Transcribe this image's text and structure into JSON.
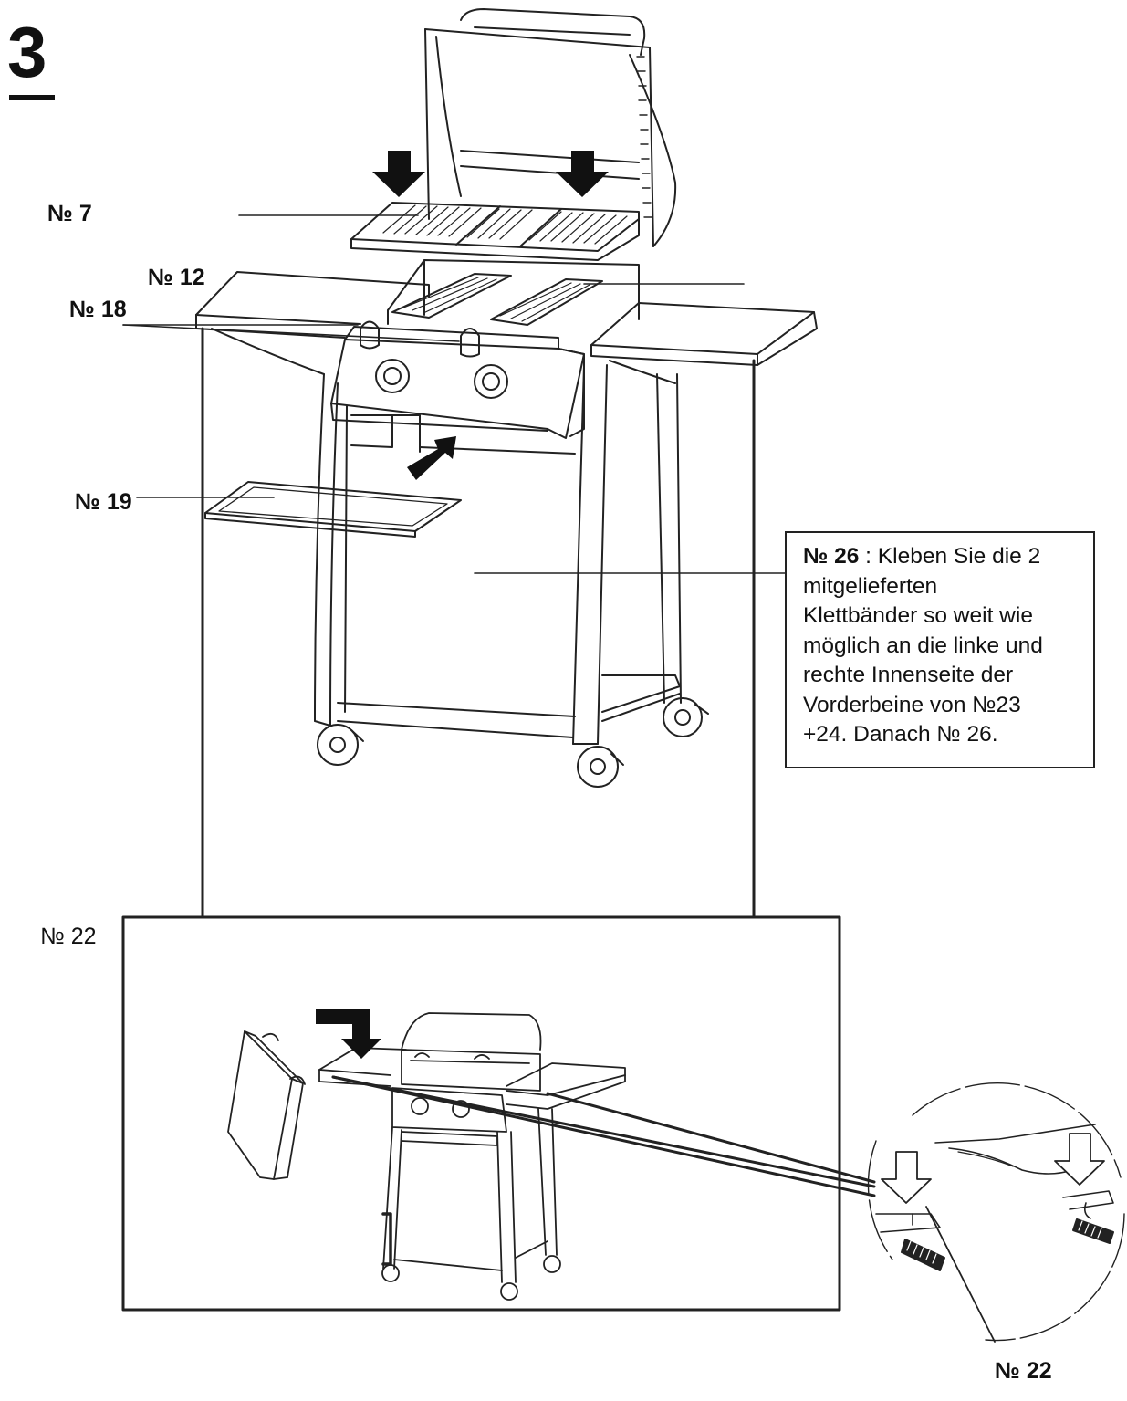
{
  "step": {
    "number": "3"
  },
  "labels": {
    "part_7": "№ 7",
    "part_12": "№ 12",
    "part_18": "№ 18",
    "part_19": "№ 19",
    "part_22_inset": "№ 22",
    "part_22_detail": "№ 22"
  },
  "note": {
    "lead": "№ 26",
    "lines": [
      " : Kleben Sie die 2",
      "mitgelieferten",
      "Klettbänder so weit wie",
      "möglich an die linke und",
      "rechte Innenseite der",
      "Vorderbeine von №23",
      "+24. Danach № 26."
    ]
  },
  "icons": [
    "down-arrow-icon",
    "down-arrow-icon",
    "insert-arrow-icon",
    "corner-down-arrow-icon",
    "down-arrow-outline-icon",
    "down-arrow-outline-icon"
  ]
}
